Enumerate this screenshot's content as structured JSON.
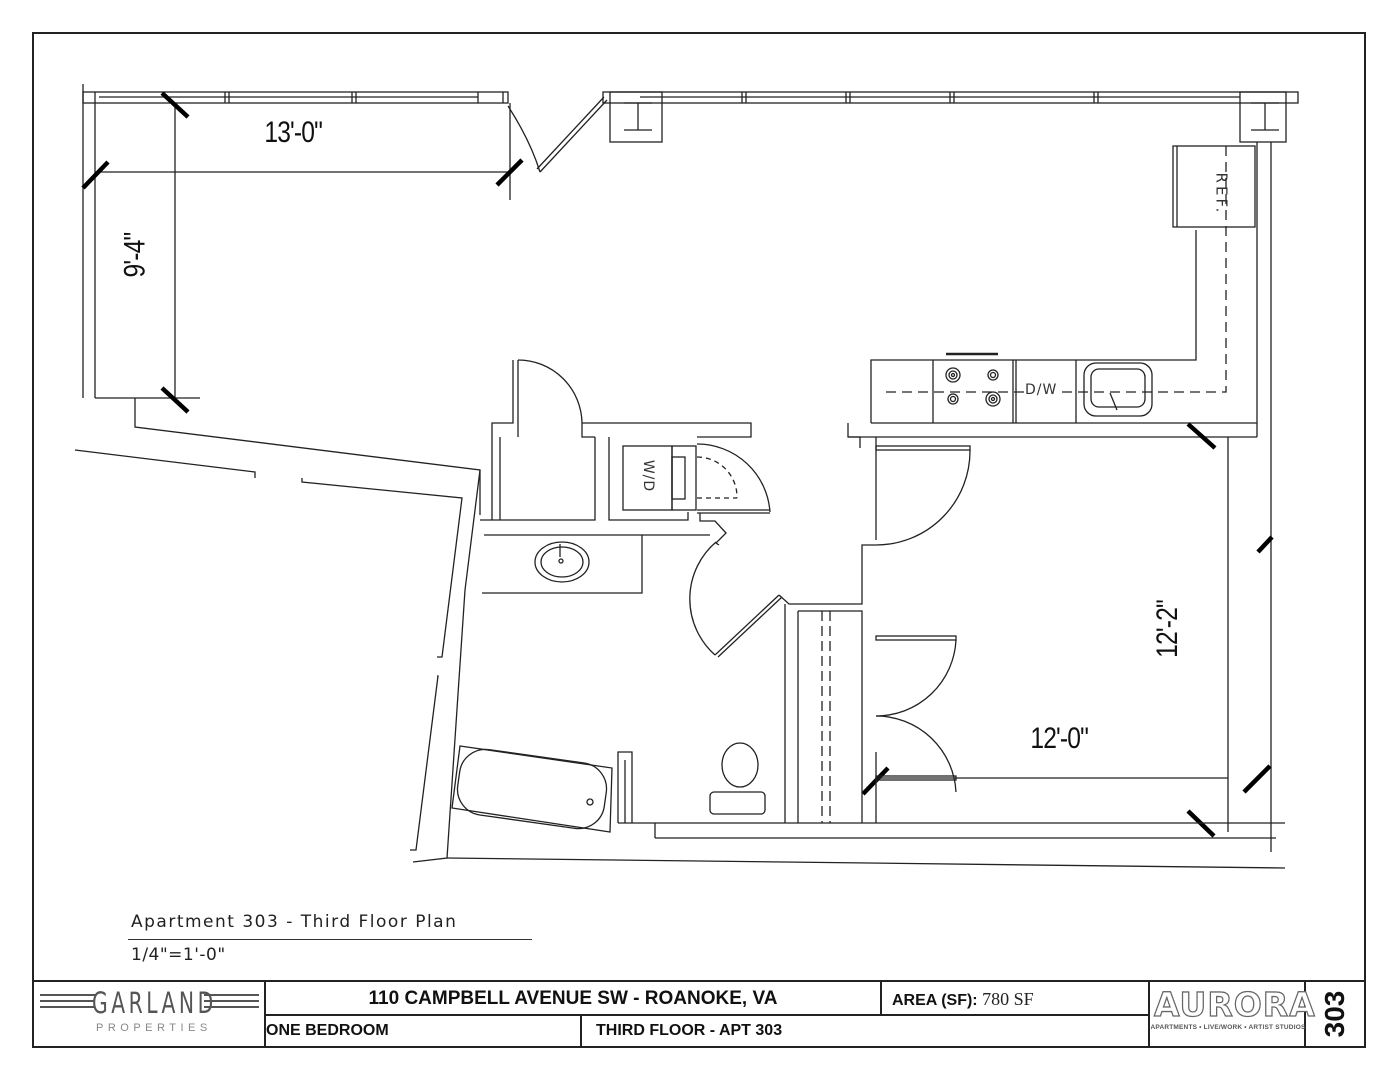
{
  "drawing": {
    "title": "Apartment 303 - Third Floor Plan",
    "scale": "1/4\"=1'-0\"",
    "dimensions": {
      "living_width": "13'-0\"",
      "living_depth": "9'-4\"",
      "bedroom_width": "12'-0\"",
      "bedroom_depth": "12'-2\""
    },
    "fixture_labels": {
      "refrigerator": "REF.",
      "dishwasher": "D/W",
      "washer_dryer": "W/D"
    }
  },
  "title_block": {
    "developer_logo": {
      "name": "GARLAND",
      "subtitle": "PROPERTIES"
    },
    "address": "110 CAMPBELL  AVENUE SW - ROANOKE, VA",
    "area_label": "AREA (SF):",
    "area_value": "780 SF",
    "unit_type": "ONE BEDROOM",
    "floor_unit": "THIRD FLOOR - APT 303",
    "project_logo": {
      "name": "AURORA",
      "subtitle": "APARTMENTS • LIVE/WORK • ARTIST STUDIOS"
    },
    "unit_number": "303"
  },
  "colors": {
    "line": "#222222",
    "background": "#ffffff",
    "logo_gray": "#666666"
  }
}
